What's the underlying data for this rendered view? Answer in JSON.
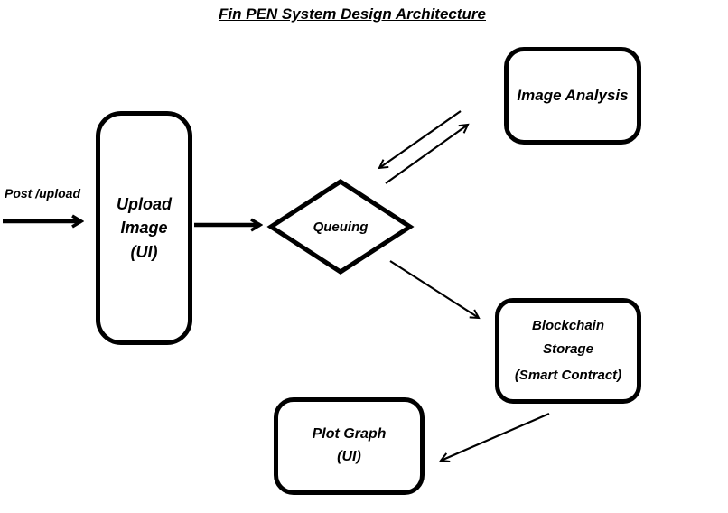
{
  "title": "Fin PEN System Design Architecture",
  "colors": {
    "stroke": "#000000",
    "background": "#ffffff"
  },
  "nodes": {
    "upload_image": {
      "shape": "rounded-rect",
      "lines": [
        "Upload",
        "Image",
        "(UI)"
      ]
    },
    "queuing": {
      "shape": "diamond",
      "label": "Queuing"
    },
    "image_analysis": {
      "shape": "rounded-rect",
      "label": "Image Analysis"
    },
    "blockchain_storage": {
      "shape": "rounded-rect",
      "lines": [
        "Blockchain",
        "Storage",
        "(Smart Contract)"
      ]
    },
    "plot_graph": {
      "shape": "rounded-rect",
      "lines": [
        "Plot Graph",
        "(UI)"
      ]
    }
  },
  "edges": {
    "post_upload": {
      "label": "Post /upload",
      "to": "upload_image",
      "direction": "one-way"
    },
    "upload_to_queuing": {
      "from": "upload_image",
      "to": "queuing",
      "direction": "one-way"
    },
    "queuing_image_analysis": {
      "from": "queuing",
      "to": "image_analysis",
      "direction": "two-way-double-line"
    },
    "queuing_to_blockchain": {
      "from": "queuing",
      "to": "blockchain_storage",
      "direction": "one-way"
    },
    "blockchain_to_plot_graph": {
      "from": "blockchain_storage",
      "to": "plot_graph",
      "direction": "one-way"
    }
  }
}
